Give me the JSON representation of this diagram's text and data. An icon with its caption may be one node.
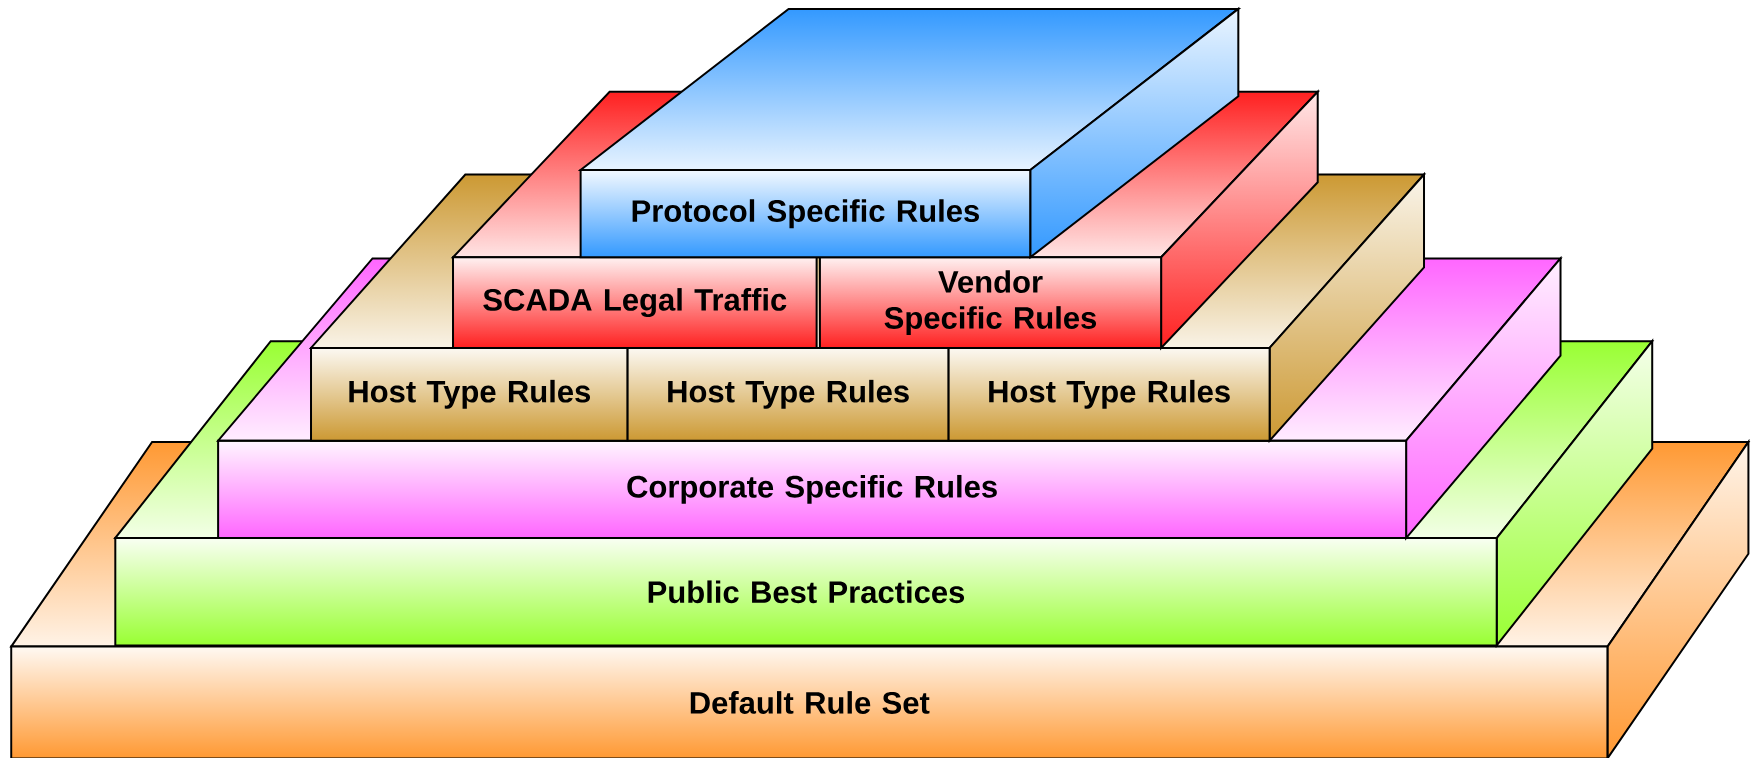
{
  "diagram": {
    "nodes": [
      {
        "text": [
          "Protocol Specific Rules"
        ]
      },
      {
        "text": [
          "SCADA Legal Traffic"
        ]
      },
      {
        "text": [
          "Vendor Specific Rules"
        ]
      },
      {
        "text": [
          "Host Type Rules"
        ]
      },
      {
        "text": [
          "Host Type Rules"
        ]
      },
      {
        "text": [
          "Host Type Rules"
        ]
      },
      {
        "text": [
          "Corporate Specific Rules"
        ]
      },
      {
        "text": [
          "Public Best Practices"
        ]
      },
      {
        "text": [
          "Default Rule Set"
        ]
      }
    ]
  }
}
